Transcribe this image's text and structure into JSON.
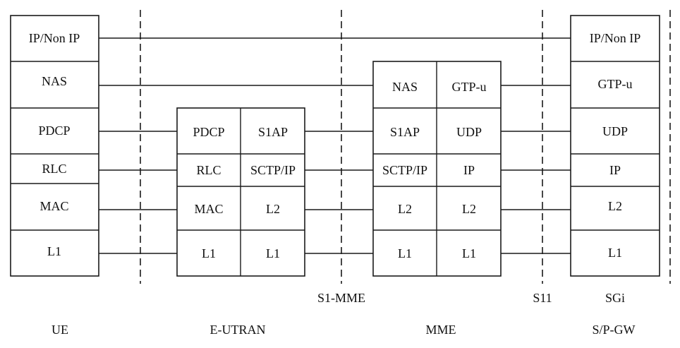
{
  "diagram": {
    "nodes": {
      "ue": {
        "label": "UE",
        "layers": [
          "IP/Non IP",
          "NAS",
          "PDCP",
          "RLC",
          "MAC",
          "L1"
        ]
      },
      "eutran": {
        "label": "E-UTRAN",
        "left_layers": [
          "PDCP",
          "RLC",
          "MAC",
          "L1"
        ],
        "right_layers": [
          "S1AP",
          "SCTP/IP",
          "L2",
          "L1"
        ]
      },
      "mme": {
        "label": "MME",
        "left_layers": [
          "NAS",
          "S1AP",
          "SCTP/IP",
          "L2",
          "L1"
        ],
        "right_layers": [
          "GTP-u",
          "UDP",
          "IP",
          "L2",
          "L1"
        ]
      },
      "spgw": {
        "label": "S/P-GW",
        "layers": [
          "IP/Non IP",
          "GTP-u",
          "UDP",
          "IP",
          "L2",
          "L1"
        ]
      }
    },
    "interfaces": {
      "s1_mme": "S1-MME",
      "s11": "S11",
      "sgi": "SGi"
    }
  },
  "colors": {
    "line": "#1a1a1a",
    "box_fill": "#ffffff",
    "text": "#111111"
  }
}
